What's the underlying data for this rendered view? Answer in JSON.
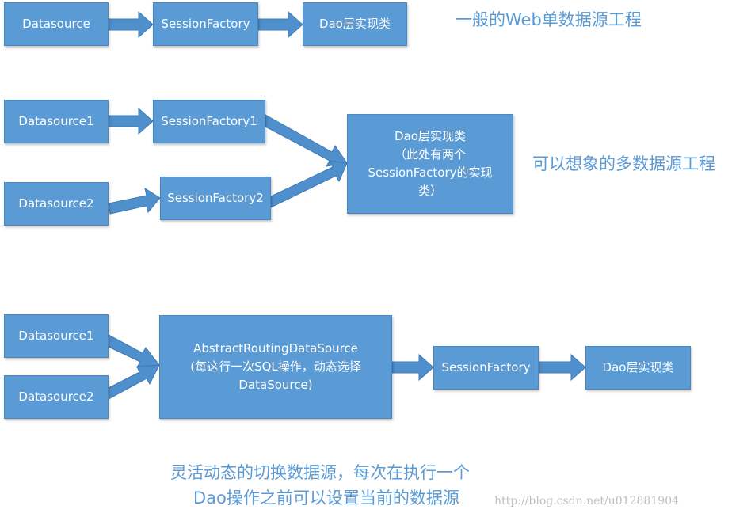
{
  "section1": {
    "datasource": "Datasource",
    "session_factory": "SessionFactory",
    "dao_impl": "Dao层实现类",
    "caption": "一般的Web单数据源工程"
  },
  "section2": {
    "datasource1": "Datasource1",
    "datasource2": "Datasource2",
    "session_factory1": "SessionFactory1",
    "session_factory2": "SessionFactory2",
    "dao_impl_lines": [
      "Dao层实现类",
      "（此处有两个",
      "SessionFactory的实现",
      "类）"
    ],
    "caption": "可以想象的多数据源工程"
  },
  "section3": {
    "datasource1": "Datasource1",
    "datasource2": "Datasource2",
    "routing_lines": [
      "AbstractRoutingDataSource",
      "(每这行一次SQL操作，动态选择",
      "DataSource)"
    ],
    "session_factory": "SessionFactory",
    "dao_impl": "Dao层实现类",
    "caption_lines": [
      "灵活动态的切换数据源，每次在执行一个",
      "Dao操作之前可以设置当前的数据源"
    ]
  },
  "watermark": "http://blog.csdn.net/u012881904",
  "colors": {
    "box_fill": "#5b9bd5",
    "box_border": "#4a86c0",
    "caption": "#5b9bd5",
    "watermark": "#c0c0c0"
  }
}
